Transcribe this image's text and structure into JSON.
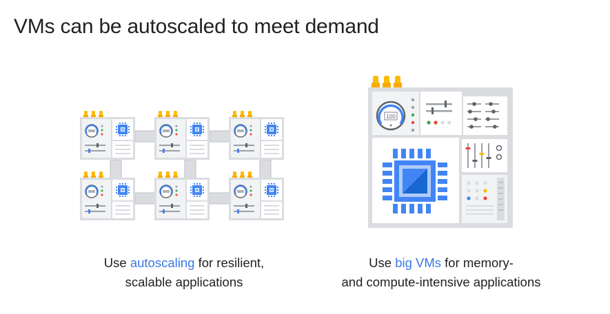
{
  "slide": {
    "title": "VMs can be autoscaled to meet demand",
    "left_caption": {
      "prefix": "Use ",
      "highlight": "autoscaling",
      "suffix": " for resilient,",
      "line2": "scalable applications"
    },
    "right_caption": {
      "prefix": "Use ",
      "highlight": "big VMs",
      "suffix": " for memory-",
      "line2": "and compute-intensive applications"
    },
    "gauge_value": "100"
  },
  "colors": {
    "accent": "#3b78e7",
    "bulb": "#fbbc04",
    "panel": "#e8eaed",
    "panel_dark": "#dadce0"
  }
}
